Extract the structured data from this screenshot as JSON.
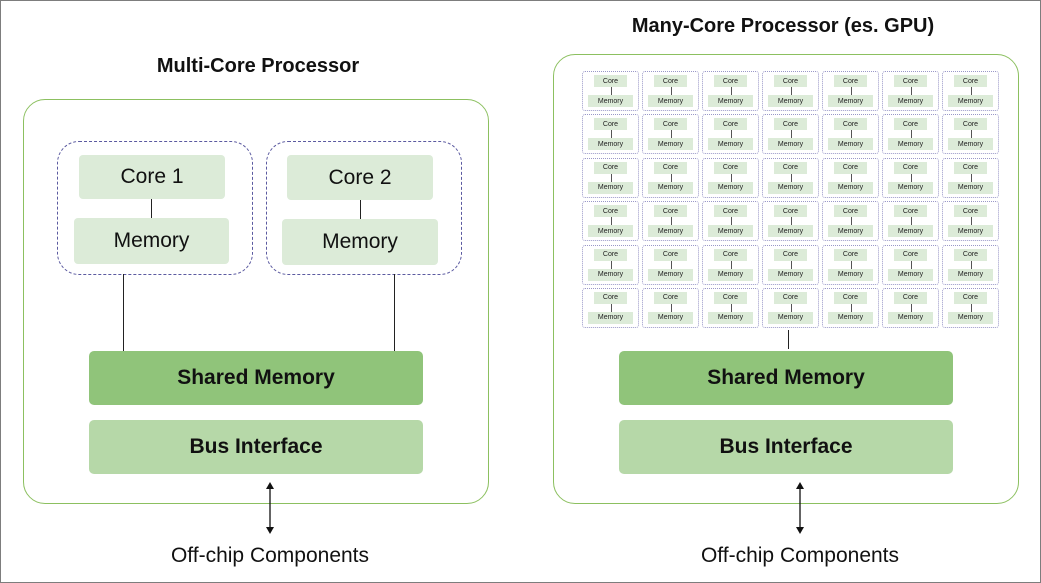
{
  "left_diagram": {
    "title": "Multi-Core Processor",
    "cores": [
      {
        "core_label": "Core 1",
        "memory_label": "Memory"
      },
      {
        "core_label": "Core 2",
        "memory_label": "Memory"
      }
    ],
    "shared_memory_label": "Shared Memory",
    "bus_interface_label": "Bus Interface",
    "offchip_label": "Off-chip Components"
  },
  "right_diagram": {
    "title": "Many-Core Processor (es. GPU)",
    "grid": {
      "rows": 6,
      "cols": 7,
      "core_label": "Core",
      "memory_label": "Memory"
    },
    "shared_memory_label": "Shared Memory",
    "bus_interface_label": "Bus Interface",
    "offchip_label": "Off-chip Components"
  },
  "colors": {
    "outline_green": "#8cc060",
    "cluster_dash": "#5b5aa0",
    "light_green": "#dcebd8",
    "shared_green": "#90c47a",
    "bus_green": "#b6d8a8"
  }
}
